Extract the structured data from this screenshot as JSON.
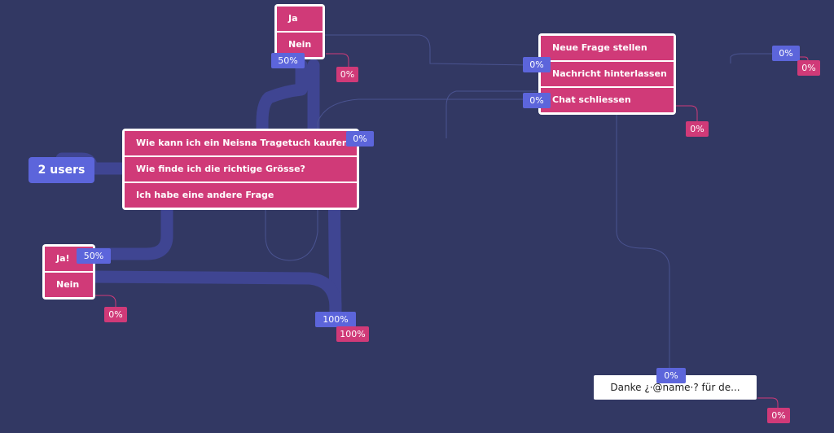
{
  "users_badge": "2 users",
  "main_question": {
    "options": [
      "Wie kann ich ein Neisna Tragetuch kaufen?",
      "Wie finde ich die richtige Grösse?",
      "Ich habe eine andere Frage"
    ],
    "stat": "0%"
  },
  "top_choice": {
    "options": [
      "Ja",
      "Nein"
    ],
    "stat_blue": "50%",
    "stat_pink": "0%"
  },
  "left_choice": {
    "options": [
      "Ja!",
      "Nein"
    ],
    "stat_blue": "50%",
    "stat_pink": "0%"
  },
  "center_stats": {
    "blue": "100%",
    "pink": "100%"
  },
  "actions_node": {
    "options": [
      "Neue Frage stellen",
      "Nachricht hinterlassen",
      "Chat schliessen"
    ],
    "stat_neue": "0%",
    "stat_chat": "0%",
    "stat_pink": "0%"
  },
  "far_right_stats": {
    "blue": "0%",
    "pink": "0%"
  },
  "message_node": {
    "text": "Danke ¿·@name·? für de...",
    "stat_blue": "0%",
    "stat_pink": "0%"
  },
  "colors": {
    "background": "#323863",
    "option": "#d03a78",
    "badge_blue": "#5c65db",
    "flow_line": "#3f4592"
  }
}
